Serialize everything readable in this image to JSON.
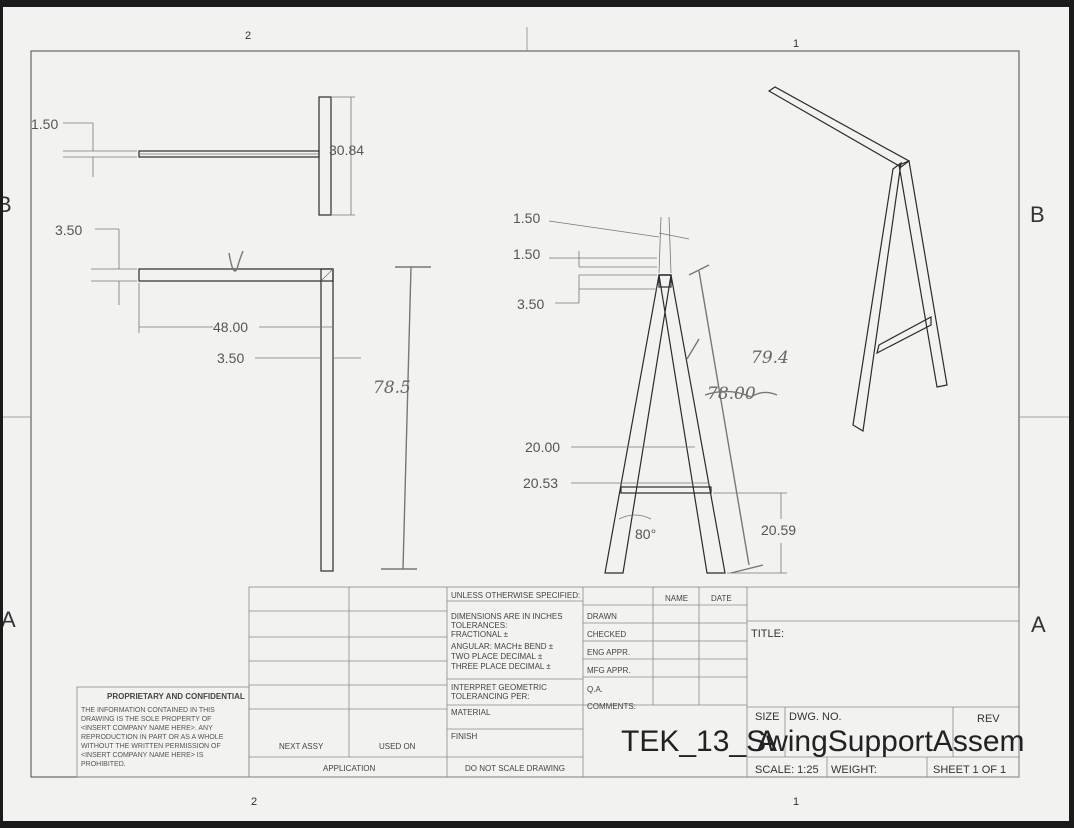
{
  "zones": {
    "left_b": "B",
    "right_b": "B",
    "left_a": "A",
    "right_a": "A",
    "top_col_2": "2",
    "top_col_1": "1",
    "bottom_col_2": "2",
    "bottom_col_1": "1"
  },
  "top_view": {
    "dim_thickness": "1.50",
    "dim_length": "30.84"
  },
  "front_view": {
    "dim_thickness": "3.50",
    "dim_span": "48.00",
    "dim_leg": "3.50",
    "handwritten_height": "78.5"
  },
  "side_view": {
    "dim_top_1": "1.50",
    "dim_top_2": "1.50",
    "dim_top_3": "3.50",
    "dim_brace_width": "20.00",
    "dim_base_width": "20.53",
    "dim_brace_height": "20.59",
    "dim_angle": "80°",
    "handwritten_length": "79.4",
    "handwritten_struck": "78.00"
  },
  "title_block": {
    "proprietary_title": "PROPRIETARY AND CONFIDENTIAL",
    "proprietary_body": [
      "THE INFORMATION CONTAINED IN THIS",
      "DRAWING IS THE SOLE PROPERTY OF",
      "<INSERT COMPANY NAME HERE>.  ANY",
      "REPRODUCTION IN PART OR AS A WHOLE",
      "WITHOUT THE WRITTEN PERMISSION OF",
      "<INSERT COMPANY NAME HERE> IS",
      "PROHIBITED."
    ],
    "next_assy": "NEXT ASSY",
    "used_on": "USED ON",
    "application": "APPLICATION",
    "unless_specified": "UNLESS OTHERWISE SPECIFIED:",
    "tolerance_lines": [
      "DIMENSIONS ARE IN INCHES",
      "TOLERANCES:",
      "FRACTIONAL ±",
      "ANGULAR: MACH±    BEND ±",
      "TWO PLACE DECIMAL    ±",
      "THREE PLACE DECIMAL  ±"
    ],
    "interpret": [
      "INTERPRET GEOMETRIC",
      "TOLERANCING PER:"
    ],
    "material": "MATERIAL",
    "finish": "FINISH",
    "do_not_scale": "DO NOT SCALE DRAWING",
    "col_name": "NAME",
    "col_date": "DATE",
    "rows": [
      "DRAWN",
      "CHECKED",
      "ENG APPR.",
      "MFG APPR.",
      "Q.A.",
      "COMMENTS:"
    ],
    "title_label": "TITLE:",
    "size_label": "SIZE",
    "size_value": "A",
    "dwg_label": "DWG.  NO.",
    "rev_label": "REV",
    "drawing_number": "TEK_13_SwingSupportAssem",
    "scale": "SCALE: 1:25",
    "weight": "WEIGHT:",
    "sheet": "SHEET 1 OF 1"
  }
}
